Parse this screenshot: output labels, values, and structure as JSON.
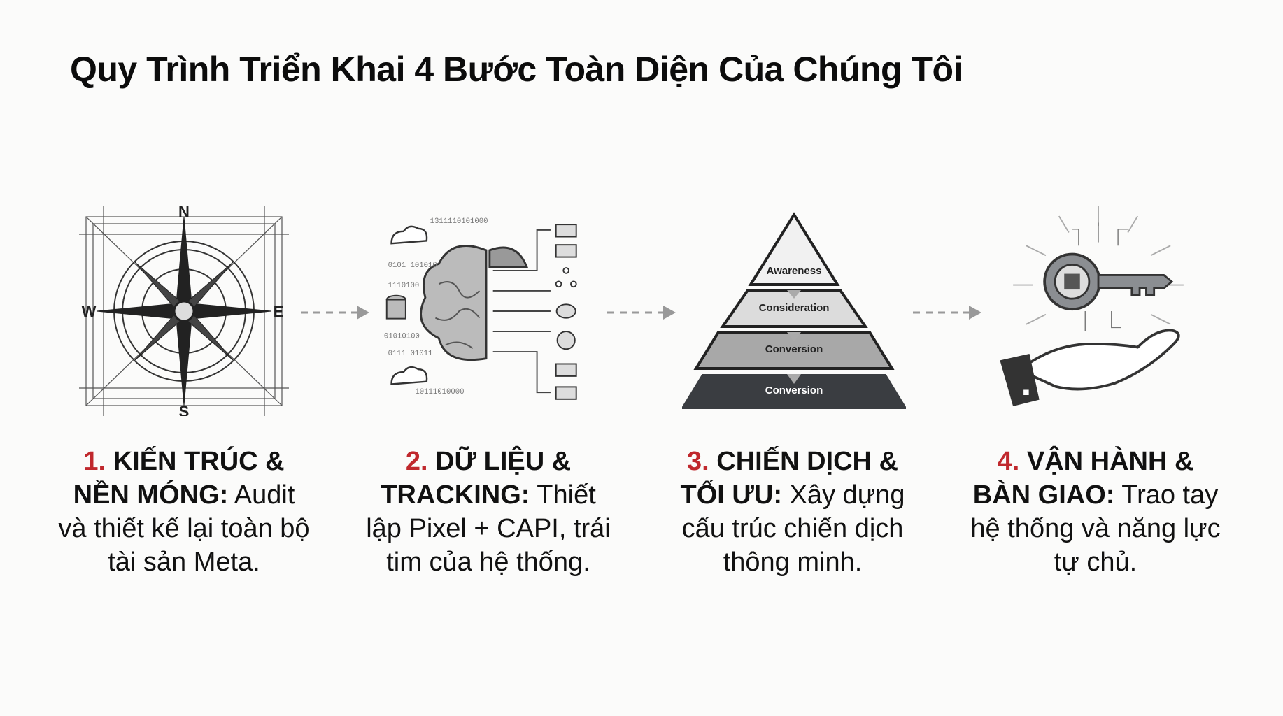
{
  "title": "Quy Trình Triển Khai 4 Bước Toàn Diện Của Chúng Tôi",
  "accent_color": "#c0282d",
  "steps": [
    {
      "number": "1.",
      "heading": "KIẾN TRÚC & NỀN MÓNG",
      "colon": ":",
      "description": " Audit và thiết kế lại toàn bộ tài sản Meta.",
      "icon": "compass-icon",
      "compass": {
        "n": "N",
        "s": "S",
        "e": "E",
        "w": "W"
      }
    },
    {
      "number": "2.",
      "heading": "DỮ LIỆU & TRACKING",
      "colon": ":",
      "description": " Thiết lập Pixel + CAPI, trái tim của hệ thống.",
      "icon": "brain-data-icon"
    },
    {
      "number": "3.",
      "heading": "CHIẾN DỊCH & TỐI ƯU",
      "colon": ":",
      "description": " Xây dựng cấu trúc chiến dịch thông minh.",
      "icon": "funnel-pyramid-icon",
      "pyramid": [
        "Awareness",
        "Consideration",
        "Conversion",
        "Conversion"
      ]
    },
    {
      "number": "4.",
      "heading": "VẬN HÀNH & BÀN GIAO",
      "colon": ":",
      "description": " Trao tay hệ thống và năng lực tự chủ.",
      "icon": "key-handover-icon"
    }
  ]
}
